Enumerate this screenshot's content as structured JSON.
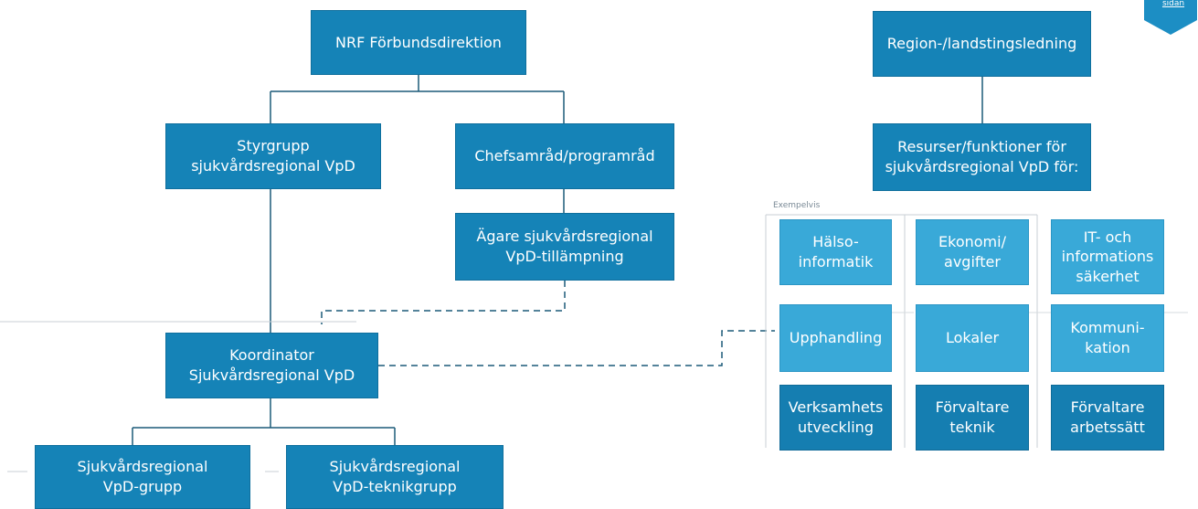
{
  "org": {
    "left": {
      "top": "NRF Förbundsdirektion",
      "steering": "Styrgrupp\nsjukvårdsregional VpD",
      "chief_council": "Chefsamråd/programråd",
      "owner": "Ägare sjukvårdsregional\nVpD-tillämpning",
      "coordinator": "Koordinator\nSjukvårdsregional VpD",
      "group": "Sjukvårdsregional\nVpD-grupp",
      "tech_group": "Sjukvårdsregional\nVpD-teknikgrupp"
    },
    "right": {
      "top": "Region-/landstingsledning",
      "resources": "Resurser/funktioner för\nsjukvårdsregional VpD för:",
      "example_label": "Exempelvis",
      "grid": [
        [
          "Hälso-\ninformatik",
          "Ekonomi/\navgifter",
          "IT- och\ninformations\nsäkerhet"
        ],
        [
          "Upphandling",
          "Lokaler",
          "Kommuni-\nkation"
        ],
        [
          "Verksamhets\nutveckling",
          "Förvaltare\nteknik",
          "Förvaltare\narbetssätt"
        ]
      ]
    }
  },
  "badge_text": "sidan",
  "colors": {
    "box_dark": "#1583b7",
    "box_light": "#39a9d8",
    "line": "#1b5a78"
  }
}
